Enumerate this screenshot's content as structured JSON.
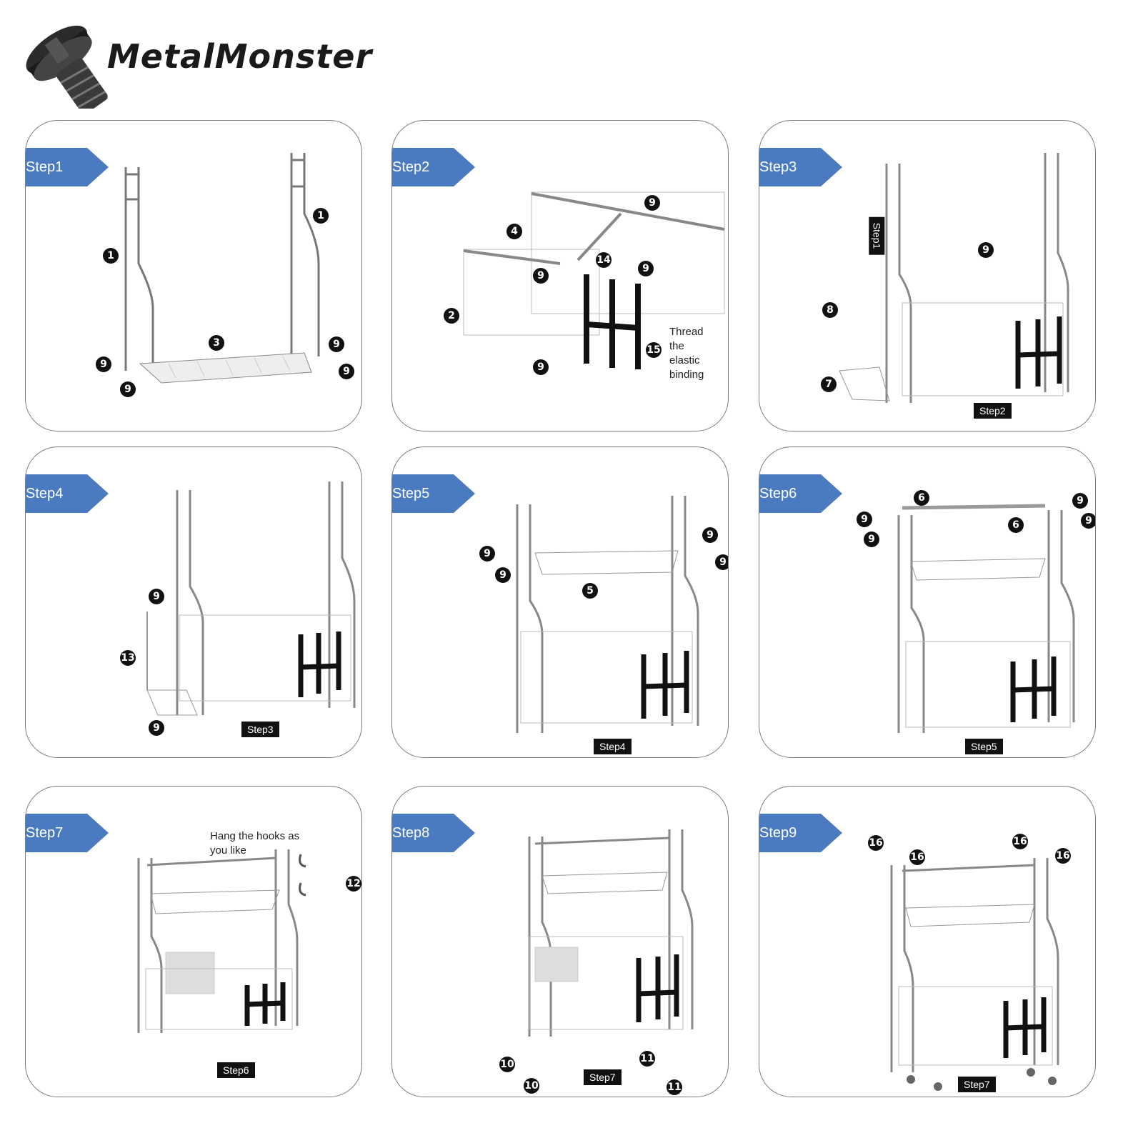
{
  "brand": {
    "name": "MetalMonster",
    "logo_icon": "screw-icon"
  },
  "steps": [
    {
      "tag": "Step1",
      "marks": [
        "1",
        "1",
        "3",
        "9",
        "9",
        "9",
        "9"
      ],
      "note": "",
      "prev": ""
    },
    {
      "tag": "Step2",
      "marks": [
        "4",
        "9",
        "2",
        "14",
        "9",
        "9",
        "15",
        "9"
      ],
      "note": "Thread the elastic binding",
      "prev": ""
    },
    {
      "tag": "Step3",
      "marks": [
        "9",
        "8",
        "7"
      ],
      "note": "",
      "prev": "Step2",
      "side": "Step1"
    },
    {
      "tag": "Step4",
      "marks": [
        "9",
        "13",
        "9"
      ],
      "note": "",
      "prev": "Step3"
    },
    {
      "tag": "Step5",
      "marks": [
        "9",
        "9",
        "9",
        "9",
        "5"
      ],
      "note": "",
      "prev": "Step4"
    },
    {
      "tag": "Step6",
      "marks": [
        "6",
        "9",
        "9",
        "9",
        "9",
        "6"
      ],
      "note": "",
      "prev": "Step5"
    },
    {
      "tag": "Step7",
      "marks": [
        "12"
      ],
      "note": "Hang the hooks as you like",
      "prev": "Step6"
    },
    {
      "tag": "Step8",
      "marks": [
        "10",
        "10",
        "11",
        "11"
      ],
      "note": "",
      "prev": "Step7"
    },
    {
      "tag": "Step9",
      "marks": [
        "16",
        "16",
        "16",
        "16"
      ],
      "note": "",
      "prev": "Step7"
    }
  ]
}
